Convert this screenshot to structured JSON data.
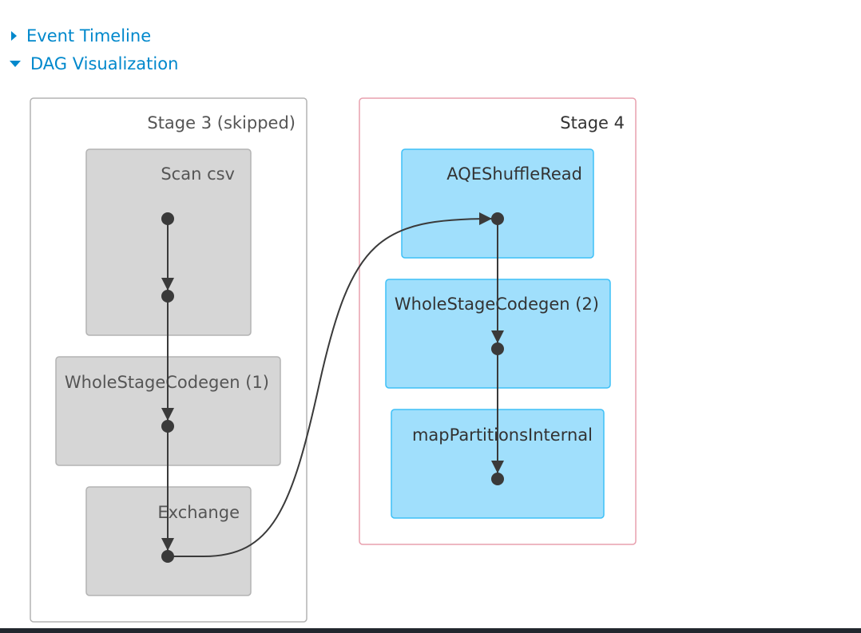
{
  "sections": {
    "event_timeline": {
      "label": "Event Timeline",
      "expanded": false
    },
    "dag_visualization": {
      "label": "DAG Visualization",
      "expanded": true
    }
  },
  "stages": [
    {
      "title": "Stage 3 (skipped)",
      "status": "skipped",
      "clusters": [
        "Scan csv",
        "WholeStageCodegen (1)",
        "Exchange"
      ]
    },
    {
      "title": "Stage 4",
      "status": "active",
      "clusters": [
        "AQEShuffleRead",
        "WholeStageCodegen (2)",
        "mapPartitionsInternal"
      ]
    }
  ],
  "colors": {
    "link": "#0088cc",
    "skipped_fill": "#d6d6d6",
    "skipped_stroke": "#b3b3b3",
    "active_fill": "#a0dffc",
    "active_stroke": "#3ec0f7",
    "active_stage_border": "#e8a0ae",
    "edge": "#3a3a3a"
  }
}
